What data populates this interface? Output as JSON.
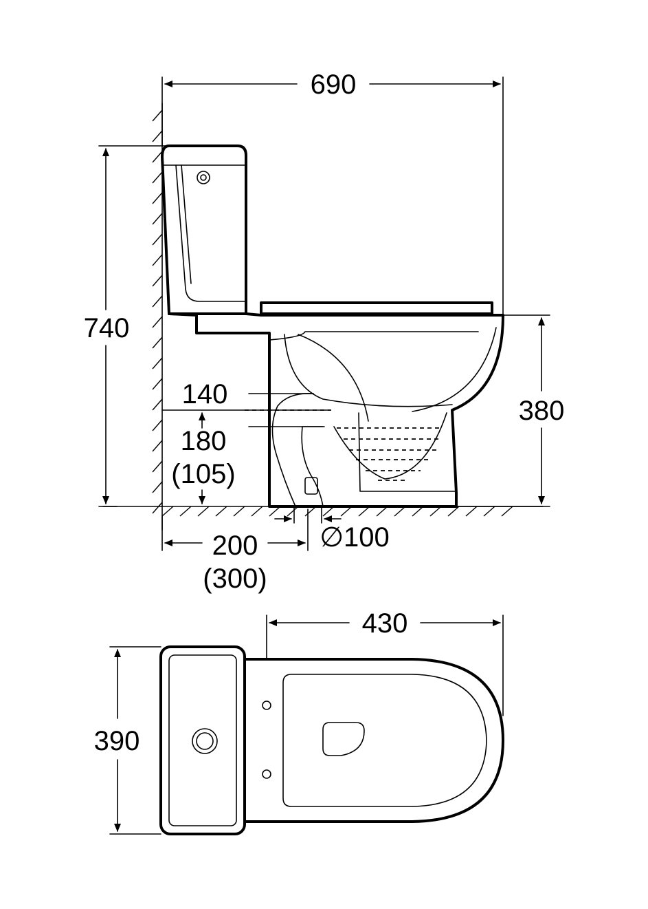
{
  "dimensions": {
    "overall_length": "690",
    "overall_height": "740",
    "seat_height": "380",
    "outlet_center_low": "140",
    "outlet_center_floor": "180",
    "outlet_center_floor_alt": "(105)",
    "wall_to_outlet": "200",
    "wall_to_outlet_alt": "(300)",
    "outlet_diameter": "∅100",
    "bowl_length": "430",
    "tank_width": "390"
  }
}
